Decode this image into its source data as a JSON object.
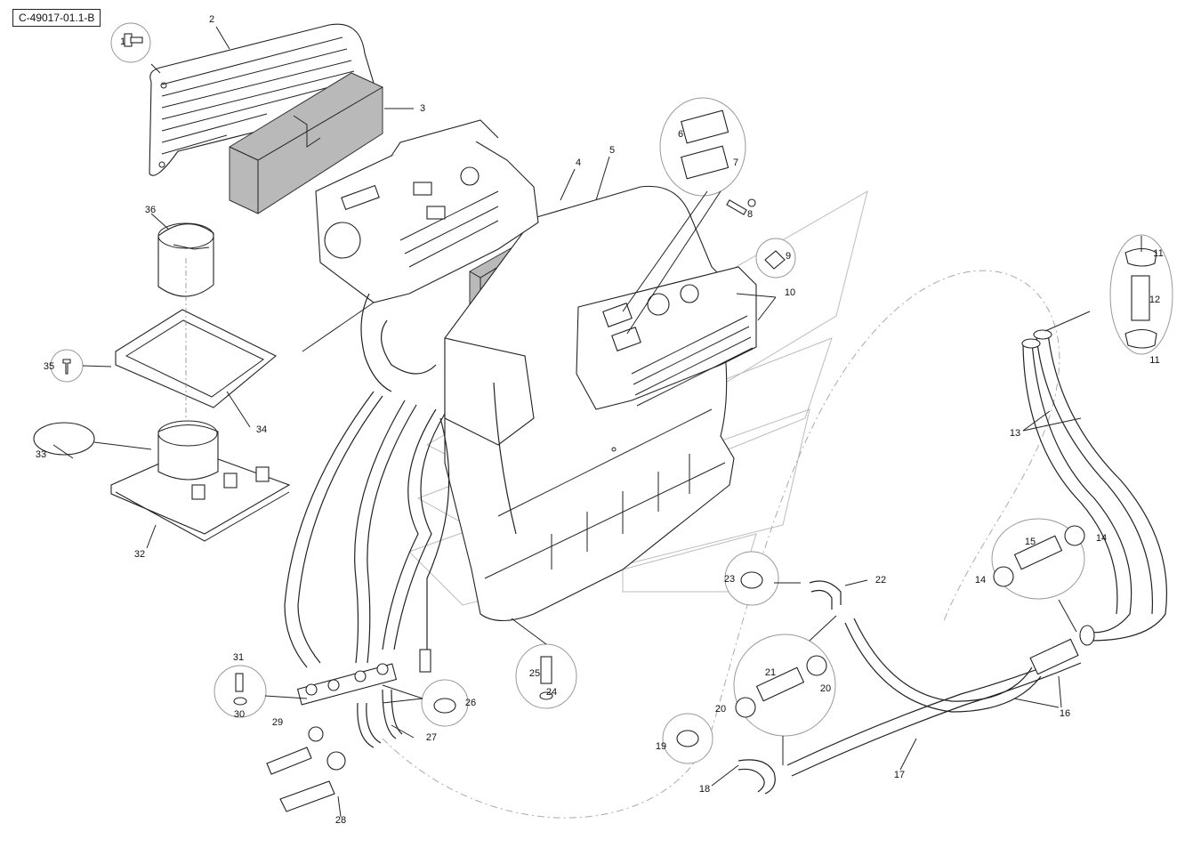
{
  "document": {
    "code": "C-49017-01.1-B"
  },
  "callouts": {
    "n1": "1",
    "n2": "2",
    "n3": "3",
    "n4": "4",
    "n5": "5",
    "n6": "6",
    "n7": "7",
    "n8": "8",
    "n9": "9",
    "n10": "10",
    "n11a": "11",
    "n11b": "11",
    "n12": "12",
    "n13": "13",
    "n14a": "14",
    "n14b": "14",
    "n15": "15",
    "n16": "16",
    "n17": "17",
    "n18": "18",
    "n19": "19",
    "n20a": "20",
    "n20b": "20",
    "n21": "21",
    "n22": "22",
    "n23": "23",
    "n24": "24",
    "n25": "25",
    "n26": "26",
    "n27": "27",
    "n28": "28",
    "n29": "29",
    "n30": "30",
    "n31": "31",
    "n32": "32",
    "n33": "33",
    "n34": "34",
    "n35": "35",
    "n36": "36"
  },
  "colors": {
    "line": "#222222",
    "filter_fill": "#b9b9b9",
    "background": "#ffffff",
    "watermark": "#bbbbbb"
  }
}
